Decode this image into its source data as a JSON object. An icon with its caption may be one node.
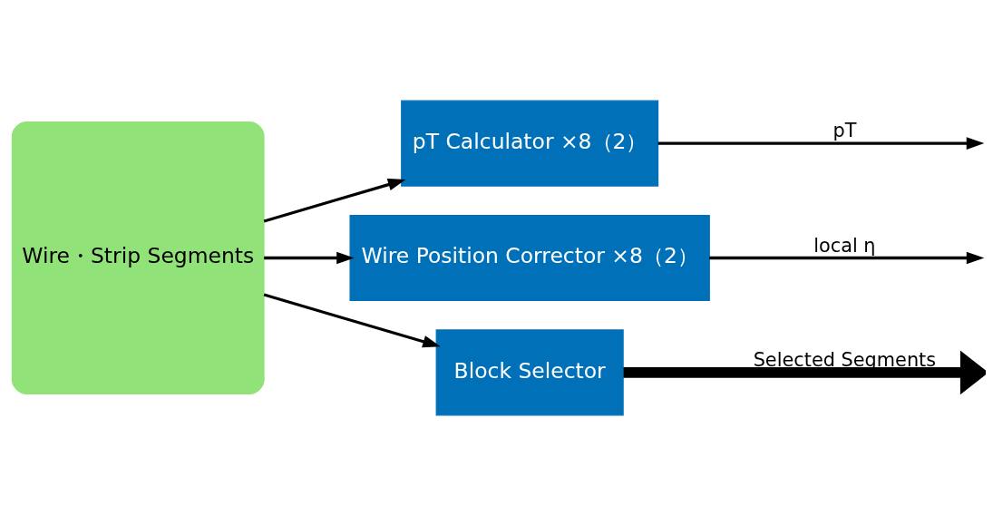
{
  "diagram": {
    "nodes": [
      {
        "text": [
          "Wire・Strip Segments"
        ]
      },
      {
        "text": [
          "pT Calculator ×8（2）"
        ]
      },
      {
        "text": [
          "Wire Position Corrector ×8（2）"
        ]
      },
      {
        "text": [
          "Block Selector"
        ]
      }
    ],
    "edges": [
      {
        "from": 0,
        "to": 1,
        "arrow": "to"
      },
      {
        "from": 0,
        "to": 2,
        "arrow": "to"
      },
      {
        "from": 0,
        "to": 3,
        "arrow": "to"
      },
      {
        "from": 1,
        "to": null,
        "arrow": "to",
        "label": "pT"
      },
      {
        "from": 2,
        "to": null,
        "arrow": "to",
        "label": "local η"
      },
      {
        "from": 3,
        "to": null,
        "arrow": "to",
        "label": "Selected Segments",
        "style": "thick"
      }
    ]
  }
}
